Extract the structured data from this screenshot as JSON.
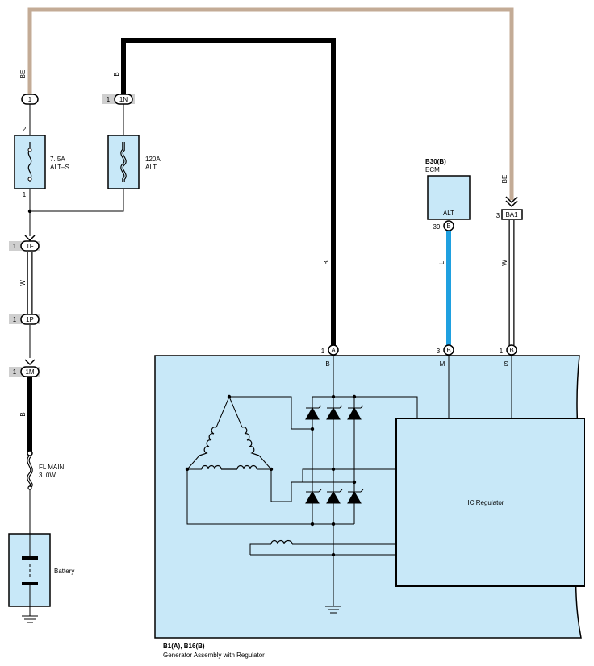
{
  "colors": {
    "component_fill": "#c8e8f8",
    "wire_be": "#c3ab96",
    "wire_l": "#1fa0e0",
    "wire_b": "#000000",
    "wire_w": "#ffffff",
    "connector_tag": "#cfcfcf"
  },
  "wires": {
    "be_top": "BE",
    "be_right": "BE",
    "b_top": "B",
    "b_mid": "B",
    "b_left": "B",
    "w_left": "W",
    "w_right": "W",
    "l_ecm": "L"
  },
  "connectors": {
    "c1": {
      "pin": "1"
    },
    "c1n": {
      "index": "1",
      "pin": "1N"
    },
    "c1f": {
      "index": "1",
      "pin": "1F"
    },
    "c1p": {
      "index": "1",
      "pin": "1P"
    },
    "c1m": {
      "index": "1",
      "pin": "1M"
    },
    "ba1": {
      "index": "3",
      "pin": "BA1"
    },
    "ecm_pin": {
      "index": "39",
      "pin": "B"
    },
    "gen_b": {
      "index": "1",
      "pin": "A",
      "terminal": "B"
    },
    "gen_m": {
      "index": "3",
      "pin": "B",
      "terminal": "M"
    },
    "gen_s": {
      "index": "1",
      "pin": "B",
      "terminal": "S"
    }
  },
  "fuses": {
    "alt_s": {
      "top_pin": "2",
      "bottom_pin": "1",
      "rating": "7. 5A",
      "name": "ALT–S"
    },
    "alt": {
      "rating": "120A",
      "name": "ALT"
    },
    "fl_main": {
      "name": "FL MAIN",
      "rating": "3. 0W"
    }
  },
  "ecm": {
    "code": "B30(B)",
    "name": "ECM",
    "terminal": "ALT"
  },
  "battery": {
    "label": "Battery"
  },
  "generator": {
    "code": "B1(A), B16(B)",
    "name": "Generator Assembly with Regulator",
    "regulator_label": "IC Regulator"
  }
}
